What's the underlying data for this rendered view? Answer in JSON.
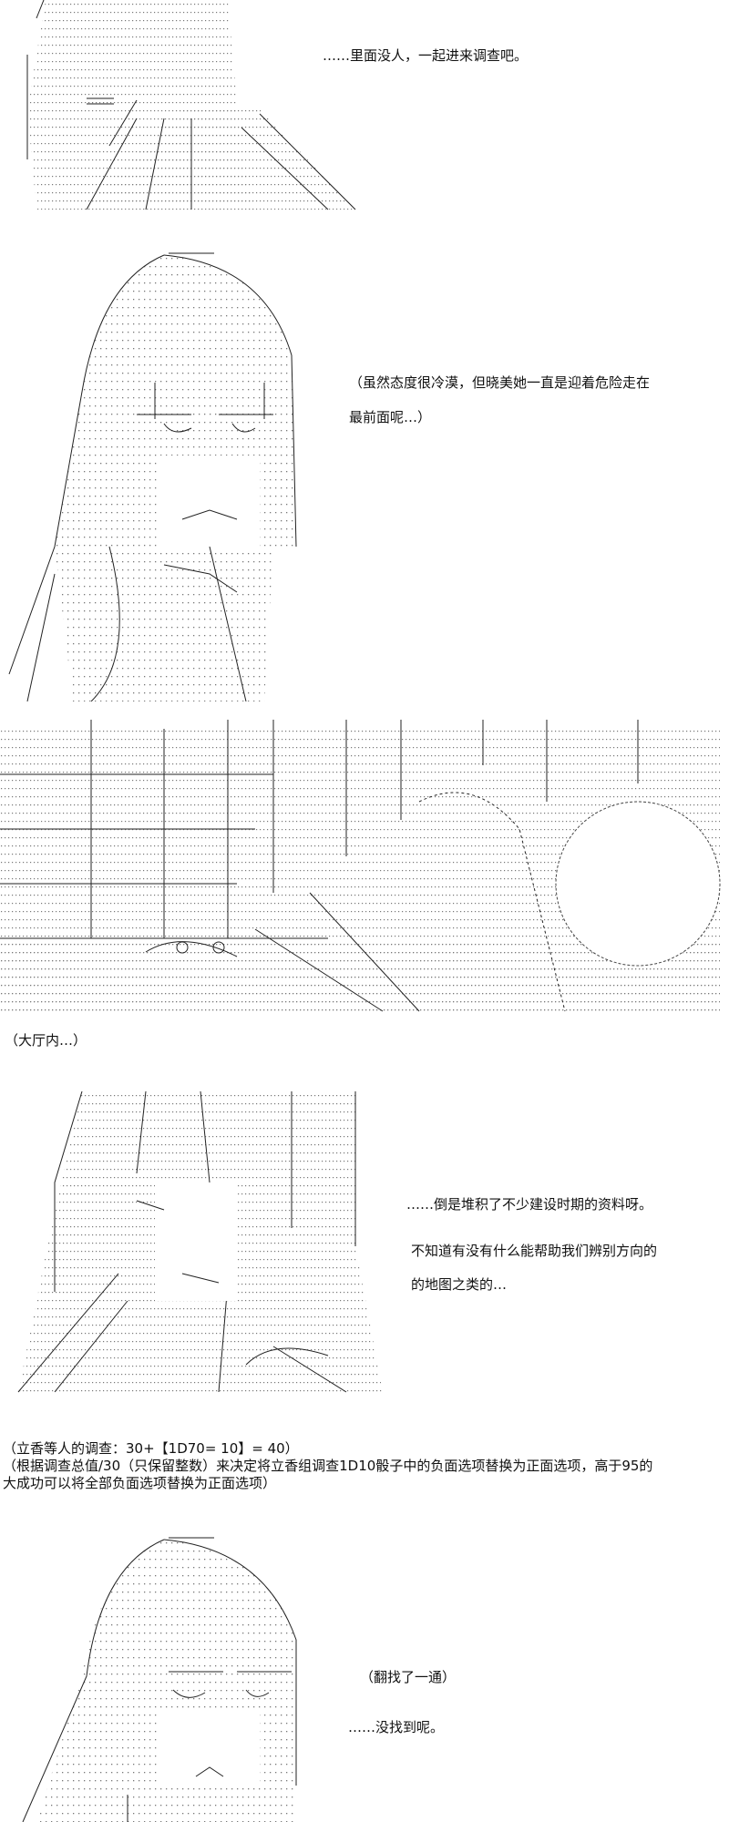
{
  "panels": [
    {
      "id": "entrance",
      "lines": [
        "……里面没人，一起进来调查吧。"
      ]
    },
    {
      "id": "akemi-thought",
      "lines": [
        "（虽然态度很冷漠，但晓美她一直是迎着危险走在",
        "最前面呢…）"
      ]
    },
    {
      "id": "hall",
      "caption": "（大厅内…）"
    },
    {
      "id": "documents",
      "lines": [
        "……倒是堆积了不少建设时期的资料呀。",
        "不知道有没有什么能帮助我们辨别方向的",
        "的地图之类的…"
      ]
    },
    {
      "id": "roll",
      "lines": [
        "（立香等人的调查：30+【1D70= 10】= 40）",
        "（根据调查总值/30（只保留整数）来决定将立香组调查1D10骰子中的负面选项替换为正面选项，高于95的",
        "大成功可以将全部负面选项替换为正面选项）"
      ]
    },
    {
      "id": "search",
      "lines": [
        "（翻找了一通）",
        "……没找到呢。"
      ]
    }
  ],
  "colors": {
    "ink": "#111111",
    "dots": "#888888",
    "background": "#ffffff"
  }
}
